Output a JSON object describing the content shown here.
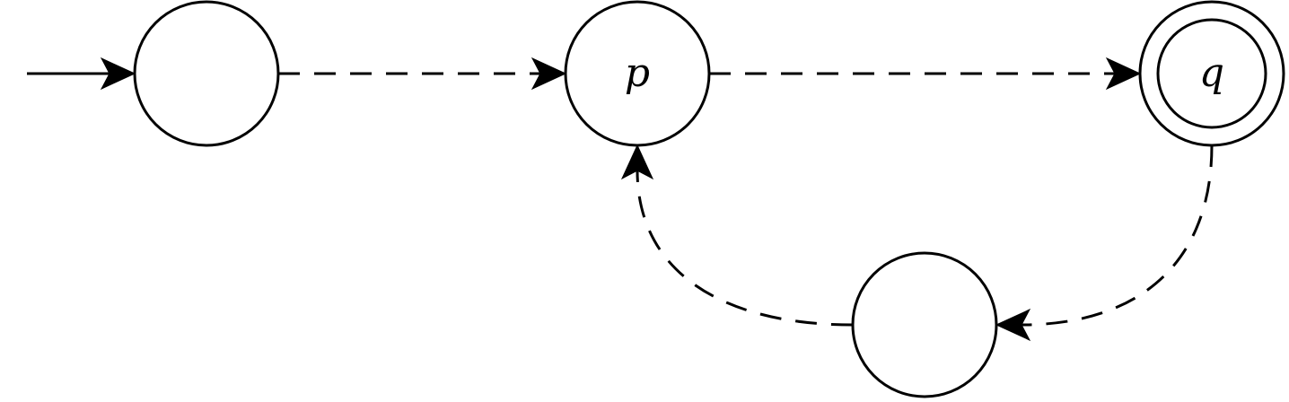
{
  "diagram": {
    "type": "state-machine",
    "colors": {
      "stroke": "#000000",
      "fill": "#ffffff",
      "background": "#ffffff"
    },
    "states": {
      "start": {
        "label": "",
        "accepting": false
      },
      "p": {
        "label": "p",
        "accepting": false
      },
      "q": {
        "label": "q",
        "accepting": true
      },
      "bottom": {
        "label": "",
        "accepting": false
      }
    },
    "transitions": [
      {
        "from": "initial",
        "to": "start",
        "style": "solid"
      },
      {
        "from": "start",
        "to": "p",
        "style": "dashed"
      },
      {
        "from": "p",
        "to": "q",
        "style": "dashed"
      },
      {
        "from": "q",
        "to": "bottom",
        "style": "dashed"
      },
      {
        "from": "bottom",
        "to": "p",
        "style": "dashed"
      }
    ]
  }
}
